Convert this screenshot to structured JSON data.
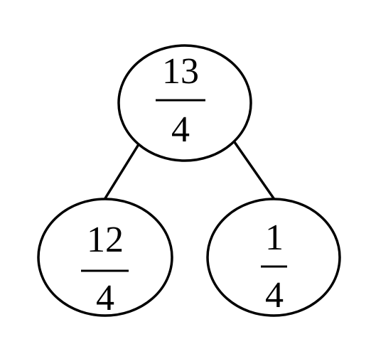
{
  "diagram": {
    "root": {
      "numerator": "13",
      "denominator": "4"
    },
    "left_child": {
      "numerator": "12",
      "denominator": "4"
    },
    "right_child": {
      "numerator": "1",
      "denominator": "4"
    }
  },
  "colors": {
    "stroke": "#000000",
    "background": "#ffffff"
  }
}
